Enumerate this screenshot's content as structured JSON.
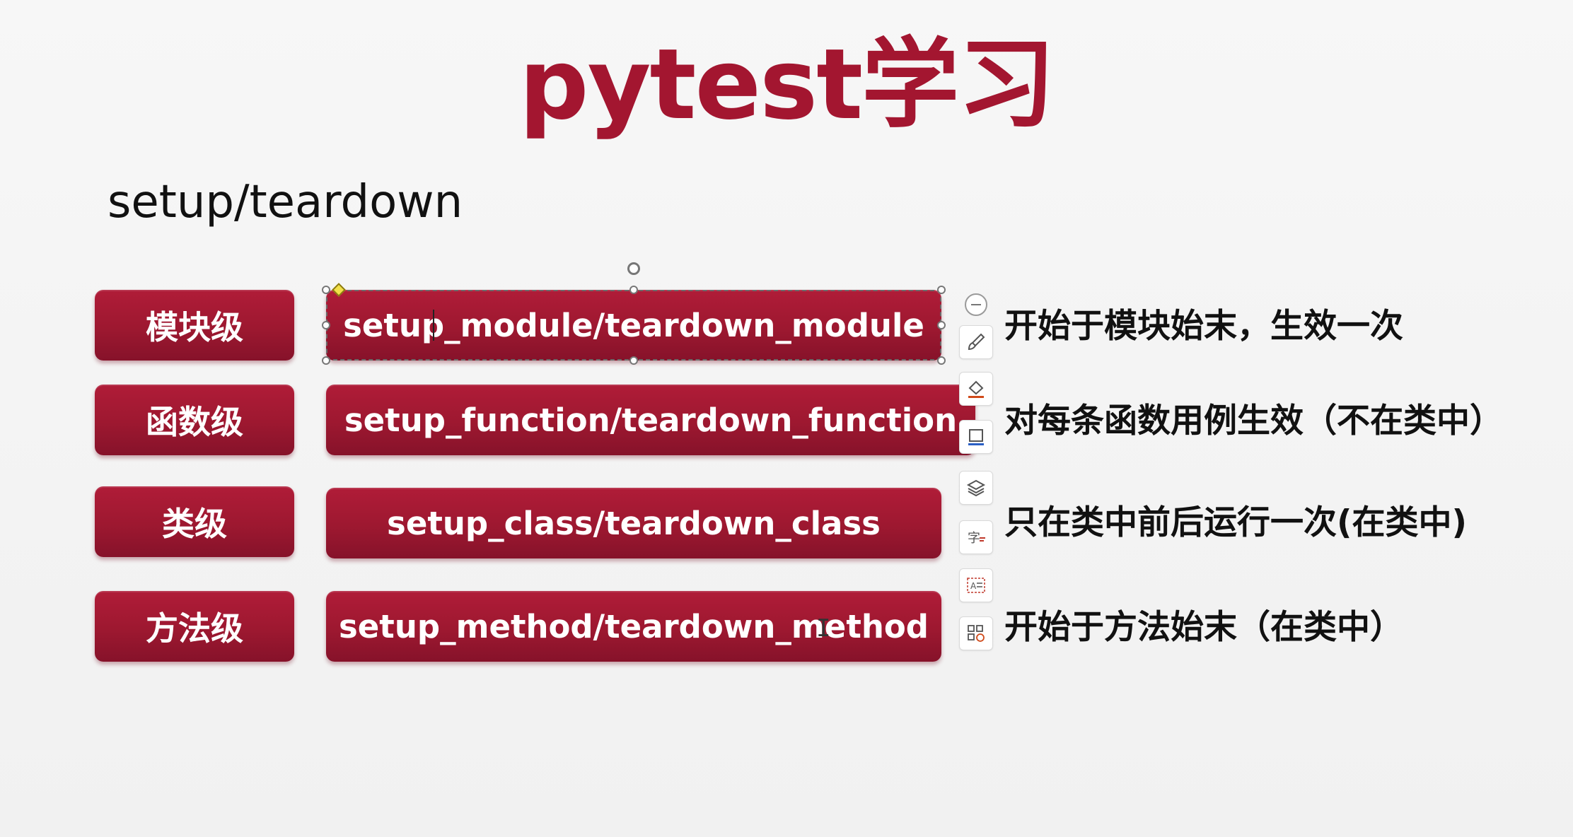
{
  "slide": {
    "title": "pytest学习",
    "subtitle": "setup/teardown",
    "rows": [
      {
        "level": "模块级",
        "method": "setup_module/teardown_module",
        "description": "开始于模块始末，生效一次"
      },
      {
        "level": "函数级",
        "method": "setup_function/teardown_function",
        "description": "对每条函数用例生效（不在类中）"
      },
      {
        "level": "类级",
        "method": "setup_class/teardown_class",
        "description": "只在类中前后运行一次(在类中)"
      },
      {
        "level": "方法级",
        "method": "setup_method/teardown_method",
        "description": "开始于方法始末（在类中）"
      }
    ]
  },
  "toolbar": {
    "items": [
      {
        "icon": "minus-collapse-icon"
      },
      {
        "icon": "brush-icon"
      },
      {
        "icon": "fill-bucket-icon"
      },
      {
        "icon": "outline-icon"
      },
      {
        "icon": "layers-icon"
      },
      {
        "icon": "text-effect-icon"
      },
      {
        "icon": "text-box-icon"
      },
      {
        "icon": "smart-art-icon"
      }
    ]
  },
  "colors": {
    "accent": "#a31630",
    "pill_dark": "#86122a",
    "background": "#f4f4f4",
    "text": "#111111"
  }
}
